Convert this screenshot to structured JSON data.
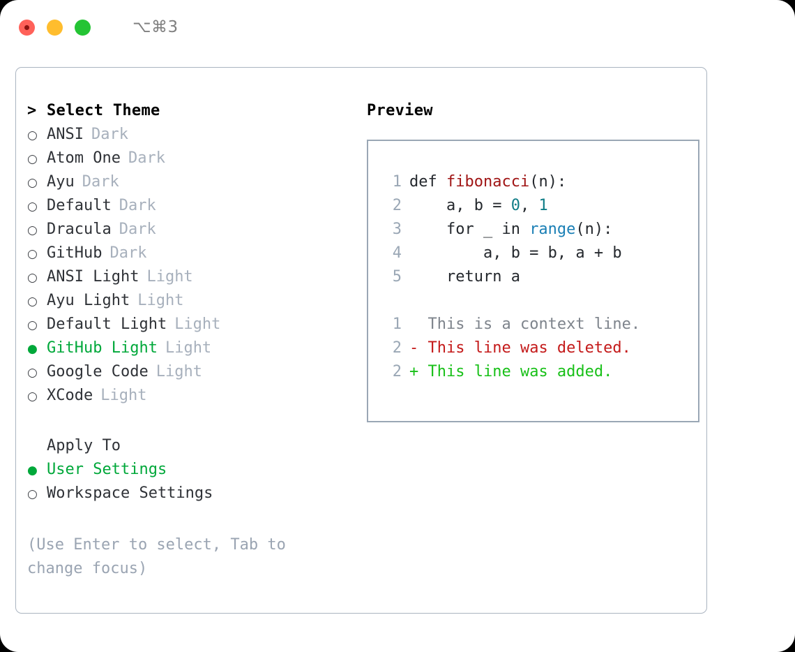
{
  "titlebar": {
    "lights": [
      "close-red",
      "minimize-yellow",
      "zoom-green"
    ],
    "shortcut": "⌥⌘3"
  },
  "theme_picker": {
    "heading": "Select Theme",
    "heading_marker": ">",
    "marker_unselected": "○",
    "marker_selected": "●",
    "items": [
      {
        "label": "ANSI",
        "tag": "Dark",
        "selected": false
      },
      {
        "label": "Atom One",
        "tag": "Dark",
        "selected": false
      },
      {
        "label": "Ayu",
        "tag": "Dark",
        "selected": false
      },
      {
        "label": "Default",
        "tag": "Dark",
        "selected": false
      },
      {
        "label": "Dracula",
        "tag": "Dark",
        "selected": false
      },
      {
        "label": "GitHub",
        "tag": "Dark",
        "selected": false
      },
      {
        "label": "ANSI Light",
        "tag": "Light",
        "selected": false
      },
      {
        "label": "Ayu Light",
        "tag": "Light",
        "selected": false
      },
      {
        "label": "Default Light",
        "tag": "Light",
        "selected": false
      },
      {
        "label": "GitHub Light",
        "tag": "Light",
        "selected": true
      },
      {
        "label": "Google Code",
        "tag": "Light",
        "selected": false
      },
      {
        "label": "XCode",
        "tag": "Light",
        "selected": false
      }
    ]
  },
  "apply_to": {
    "heading": "Apply To",
    "options": [
      {
        "label": "User Settings",
        "selected": true
      },
      {
        "label": "Workspace Settings",
        "selected": false
      }
    ]
  },
  "hint": "(Use Enter to select, Tab to change focus)",
  "preview": {
    "label": "Preview",
    "code_lines": [
      {
        "no": "1",
        "segments": [
          {
            "text": "def ",
            "type": "plain"
          },
          {
            "text": "fibonacci",
            "type": "fn"
          },
          {
            "text": "(n):",
            "type": "plain"
          }
        ]
      },
      {
        "no": "2",
        "segments": [
          {
            "text": "    a, b = ",
            "type": "plain"
          },
          {
            "text": "0",
            "type": "num"
          },
          {
            "text": ", ",
            "type": "plain"
          },
          {
            "text": "1",
            "type": "num"
          }
        ]
      },
      {
        "no": "3",
        "segments": [
          {
            "text": "    for _ in ",
            "type": "plain"
          },
          {
            "text": "range",
            "type": "call"
          },
          {
            "text": "(n):",
            "type": "plain"
          }
        ]
      },
      {
        "no": "4",
        "segments": [
          {
            "text": "        a, b = b, a + b",
            "type": "plain"
          }
        ]
      },
      {
        "no": "5",
        "segments": [
          {
            "text": "    return a",
            "type": "plain"
          }
        ]
      }
    ],
    "diff_lines": [
      {
        "no": "1",
        "sign": "  ",
        "text": "This is a context line.",
        "kind": "context"
      },
      {
        "no": "2",
        "sign": "- ",
        "text": "This line was deleted.",
        "kind": "del"
      },
      {
        "no": "2",
        "sign": "+ ",
        "text": "This line was added.",
        "kind": "add"
      }
    ]
  },
  "colors": {
    "accent_green": "#00a83a",
    "diff_add": "#18c018",
    "diff_del": "#c41a1a",
    "syntax_fn": "#a01515",
    "syntax_num": "#0e7c86",
    "syntax_call": "#1a7fb5",
    "muted": "#a7b0bc",
    "hint": "#9aa4b2",
    "border": "#aab4c0"
  }
}
